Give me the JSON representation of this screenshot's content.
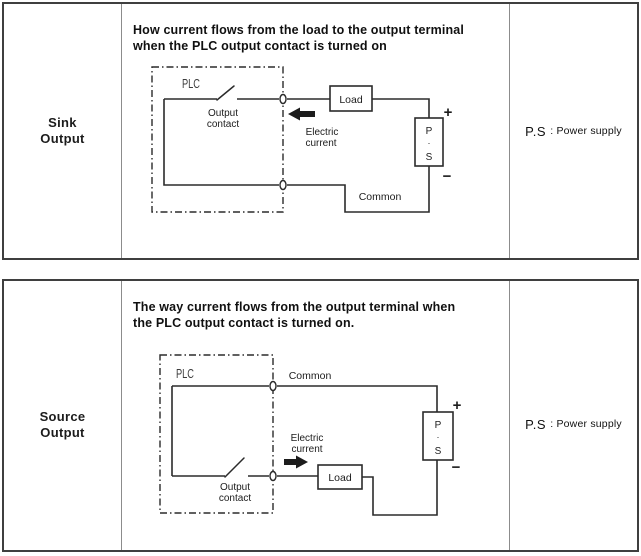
{
  "colors": {
    "ink": "#1c1c1c",
    "wire": "#2b2b2b",
    "border": "#3f3f3f",
    "divider": "#8c8c8c",
    "paper": "#ffffff"
  },
  "rows": [
    {
      "label_lines": [
        "Sink",
        "Output"
      ],
      "title": "How current flows from the load to the output terminal when the PLC output contact is turned on",
      "title_lines": [
        "How current flows from the load to the output terminal",
        "when the PLC output contact is turned on"
      ],
      "note_abbr": "P.S",
      "note_rest": ": Power supply",
      "diagram": {
        "plc_label": "PLC",
        "output_contact_l1": "Output",
        "output_contact_l2": "contact",
        "current_l1": "Electric",
        "current_l2": "current",
        "current_direction": "left",
        "load_label": "Load",
        "common_label": "Common",
        "ps_l1": "P",
        "ps_dot": "·",
        "ps_l2": "S",
        "plus": "+",
        "minus": "−"
      }
    },
    {
      "label_lines": [
        "Source",
        "Output"
      ],
      "title": "The way current flows from the output terminal when the PLC output contact is turned on.",
      "title_lines": [
        "The way current flows from the output terminal when",
        "the PLC output contact is turned on."
      ],
      "note_abbr": "P.S",
      "note_rest": ": Power supply",
      "diagram": {
        "plc_label": "PLC",
        "output_contact_l1": "Output",
        "output_contact_l2": "contact",
        "current_l1": "Electric",
        "current_l2": "current",
        "current_direction": "right",
        "load_label": "Load",
        "common_label": "Common",
        "ps_l1": "P",
        "ps_dot": "·",
        "ps_l2": "S",
        "plus": "+",
        "minus": "−"
      }
    }
  ]
}
